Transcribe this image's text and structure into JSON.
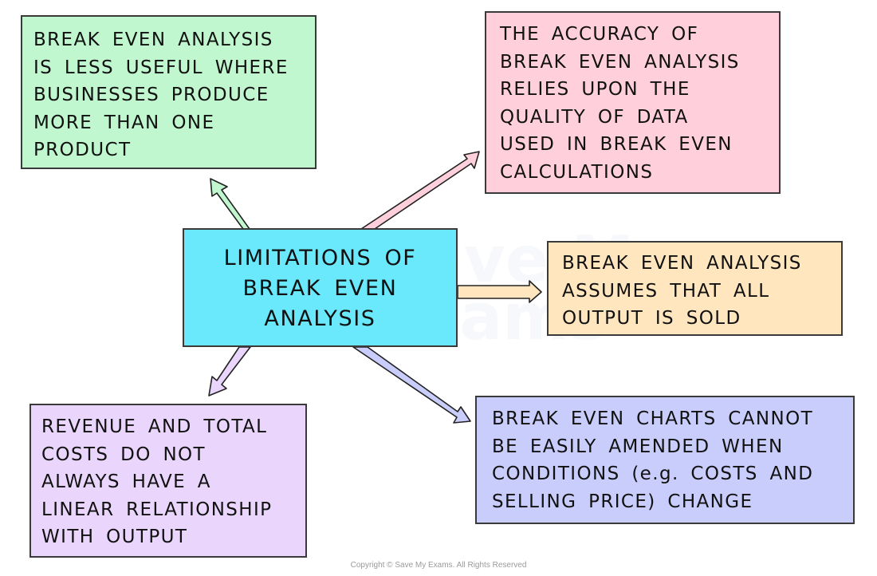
{
  "diagram": {
    "center": {
      "lines": [
        "LIMITATIONS OF",
        "BREAK EVEN",
        "ANALYSIS"
      ],
      "color": "#6ae9fc"
    },
    "nodes": [
      {
        "id": "green",
        "color": "#c1f7cf",
        "lines": [
          "BREAK EVEN ANALYSIS",
          "IS LESS USEFUL WHERE",
          "BUSINESSES PRODUCE",
          "MORE THAN ONE",
          "PRODUCT"
        ]
      },
      {
        "id": "pink",
        "color": "#ffd0dc",
        "lines": [
          "THE ACCURACY OF",
          "BREAK EVEN ANALYSIS",
          "RELIES UPON THE",
          "QUALITY OF DATA",
          "USED IN BREAK EVEN",
          "CALCULATIONS"
        ]
      },
      {
        "id": "orange",
        "color": "#ffe6be",
        "lines": [
          "BREAK EVEN ANALYSIS",
          "ASSUMES THAT ALL",
          "OUTPUT IS SOLD"
        ]
      },
      {
        "id": "purple",
        "color": "#ead6fc",
        "lines": [
          "REVENUE AND TOTAL",
          "COSTS DO NOT",
          "ALWAYS HAVE A",
          "LINEAR RELATIONSHIP",
          "WITH OUTPUT"
        ]
      },
      {
        "id": "blue",
        "color": "#c9cdfc",
        "lines": [
          "BREAK EVEN CHARTS CANNOT",
          "BE EASILY AMENDED WHEN",
          "CONDITIONS (e.g. COSTS AND",
          "SELLING PRICE) CHANGE"
        ]
      }
    ]
  },
  "watermark": [
    "Save My",
    "Exams"
  ],
  "copyright": "Copyright © Save My Exams. All Rights Reserved"
}
